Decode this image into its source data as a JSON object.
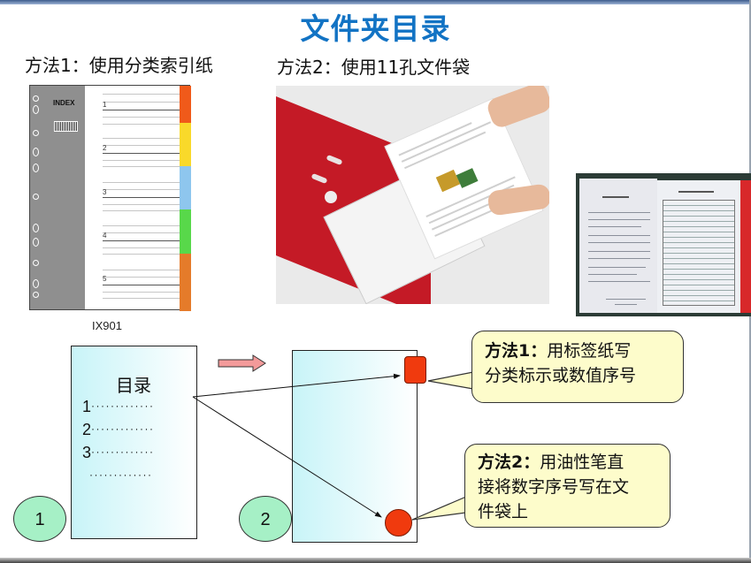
{
  "title": "文件夹目录",
  "methods": {
    "method1_heading": "方法1：使用分类索引纸",
    "method2_heading": "方法2：使用11孔文件袋"
  },
  "index_sheet": {
    "brand_label": "INDEX",
    "tab_numbers": [
      "1",
      "2",
      "3",
      "4",
      "5"
    ],
    "tab_colors": [
      "#f05a1a",
      "#f9d92a",
      "#8ec6ee",
      "#58d84a",
      "#e57b2a"
    ],
    "model_caption": "IX901"
  },
  "diagram": {
    "toc": {
      "title": "目录",
      "rows": [
        {
          "num": "1",
          "dots": "……………"
        },
        {
          "num": "2",
          "dots": "……………"
        },
        {
          "num": "3",
          "dots": "……………"
        },
        {
          "num": "",
          "dots": "……………"
        }
      ]
    },
    "step_badges": [
      "1",
      "2"
    ],
    "callouts": [
      {
        "lead": "方法1：",
        "text": "用标签纸写分类标示或数值序号",
        "line1": "用标签纸写",
        "line2": "分类标示或数值序号"
      },
      {
        "lead": "方法2：",
        "text": "用油性笔直接将数字序号写在文件袋上",
        "line1": "用油性笔直",
        "line2": "接将数字序号写在文",
        "line3": "件袋上"
      }
    ]
  },
  "colors": {
    "title": "#1273c4",
    "marker_red": "#f03a0e",
    "badge_green": "#a6f0c6",
    "callout_fill": "#fdfccb",
    "arrow_pink": "#f39a9a"
  }
}
